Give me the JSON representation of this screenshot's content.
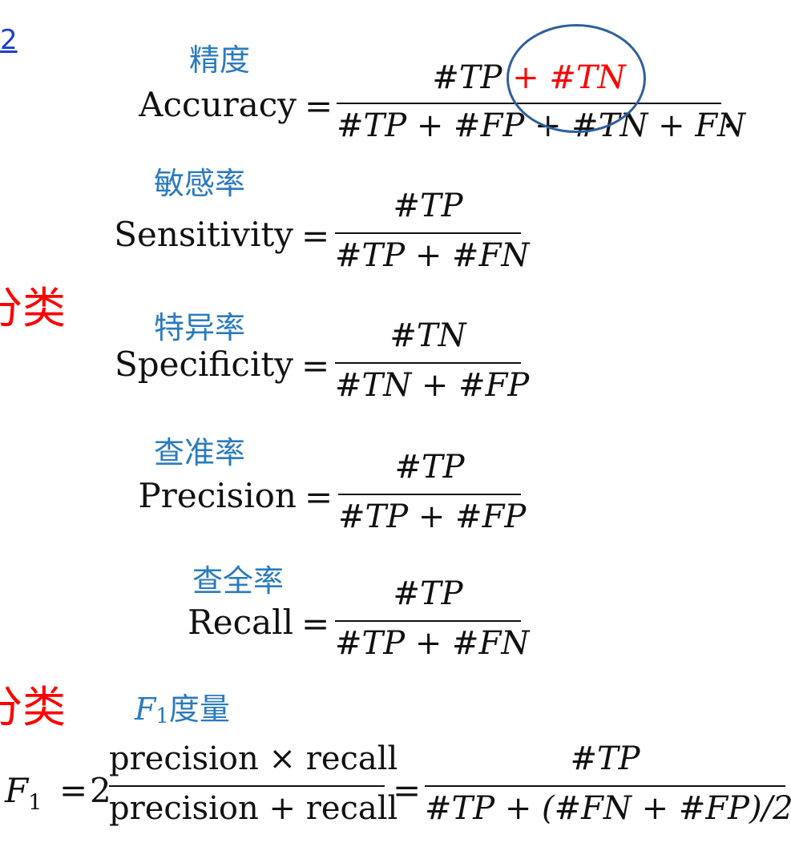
{
  "fragments": {
    "link_frag": "2",
    "class_top": "分类",
    "class_bottom": "分类"
  },
  "metrics": [
    {
      "label_cn": "精度",
      "name": "Accuracy",
      "eq": "=",
      "num_a": "#TP",
      "num_op": "+",
      "num_b": "#TN",
      "den": "#TP + #FP + #TN + FN",
      "trail": "."
    },
    {
      "label_cn": "敏感率",
      "name": "Sensitivity",
      "eq": "=",
      "num": "#TP",
      "den": "#TP + #FN"
    },
    {
      "label_cn": "特异率",
      "name": "Specificity",
      "eq": "=",
      "num": "#TN",
      "den": "#TN + #FP"
    },
    {
      "label_cn": "查准率",
      "name": "Precision",
      "eq": "=",
      "num": "#TP",
      "den": "#TP + #FP"
    },
    {
      "label_cn": "查全率",
      "name": "Recall",
      "eq": "=",
      "num": "#TP",
      "den": "#TP + #FN"
    }
  ],
  "f1": {
    "label_prefix": "F",
    "label_sub": "1",
    "label_cn": "度量",
    "lhs": "F",
    "lhs_sub": "1",
    "eq1": "=",
    "coef": "2",
    "frac1_num": "precision × recall",
    "frac1_den": "precision + recall",
    "eq2": "=",
    "frac2_num": "#TP",
    "frac2_den": "#TP + (#FN + #FP)/2"
  },
  "colors": {
    "label_blue": "#2a7abf",
    "emphasis_red": "#ff0000",
    "circle": "#2f5f9e",
    "link": "#1a3fd0"
  }
}
